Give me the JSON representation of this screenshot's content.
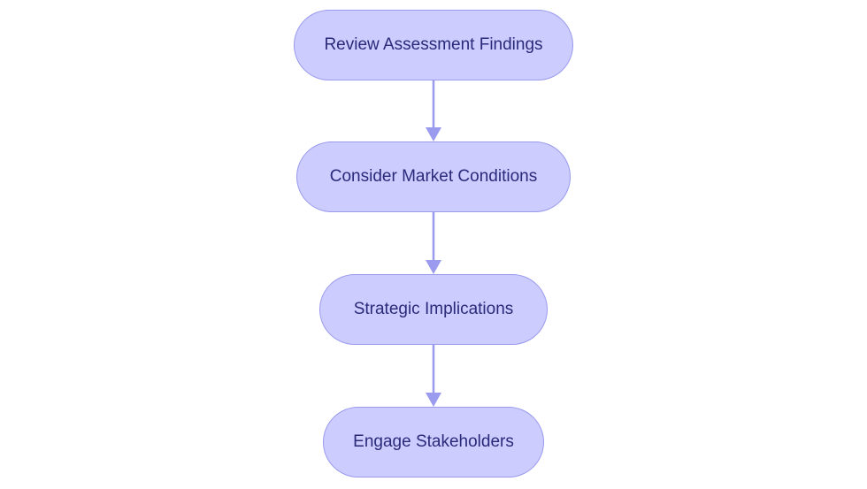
{
  "flowchart": {
    "nodes": [
      {
        "id": "review",
        "label": "Review Assessment Findings"
      },
      {
        "id": "market",
        "label": "Consider Market Conditions"
      },
      {
        "id": "strategic",
        "label": "Strategic Implications"
      },
      {
        "id": "engage",
        "label": "Engage Stakeholders"
      }
    ],
    "edges": [
      {
        "from": "review",
        "to": "market"
      },
      {
        "from": "market",
        "to": "strategic"
      },
      {
        "from": "strategic",
        "to": "engage"
      }
    ]
  },
  "colors": {
    "node_fill": "#ccccff",
    "node_border": "#9a9aee",
    "node_text": "#2a2a7a",
    "edge": "#9a9aee",
    "background": "#ffffff"
  }
}
